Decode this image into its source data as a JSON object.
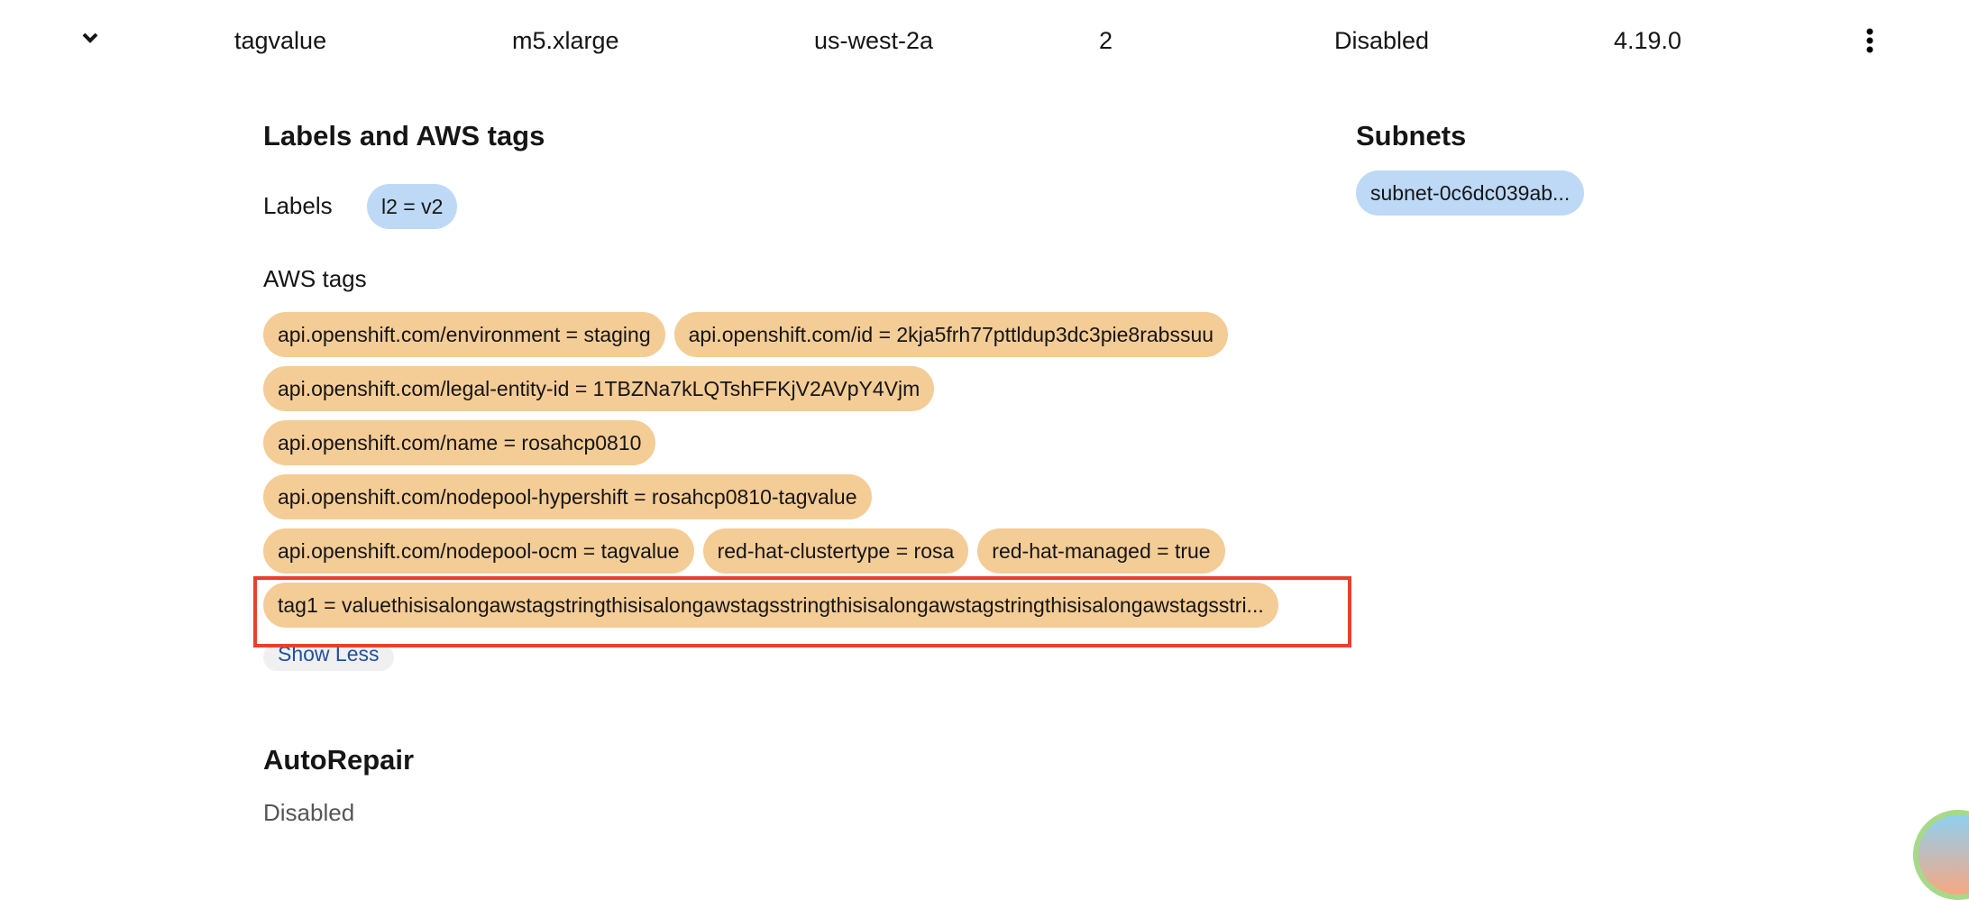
{
  "row": {
    "name": "tagvalue",
    "instance_type": "m5.xlarge",
    "zone": "us-west-2a",
    "nodes": "2",
    "autoscaling": "Disabled",
    "version": "4.19.0"
  },
  "labels_section": {
    "title": "Labels and AWS tags",
    "labels_label": "Labels",
    "labels": [
      "l2 = v2"
    ],
    "aws_tags_label": "AWS tags",
    "aws_tags": [
      [
        "api.openshift.com/environment = staging",
        "api.openshift.com/id = 2kja5frh77pttldup3dc3pie8rabssuu"
      ],
      [
        "api.openshift.com/legal-entity-id = 1TBZNa7kLQTshFFKjV2AVpY4Vjm"
      ],
      [
        "api.openshift.com/name = rosahcp0810"
      ],
      [
        "api.openshift.com/nodepool-hypershift = rosahcp0810-tagvalue"
      ],
      [
        "api.openshift.com/nodepool-ocm = tagvalue",
        "red-hat-clustertype = rosa",
        "red-hat-managed = true"
      ],
      [
        "tag1 = valuethisisalongawstagstringthisisalongawstagsstringthisisalongawstagstringthisisalongawstagsstri..."
      ]
    ],
    "show_less": "Show Less"
  },
  "subnets": {
    "title": "Subnets",
    "items": [
      "subnet-0c6dc039ab..."
    ]
  },
  "autorepair": {
    "title": "AutoRepair",
    "value": "Disabled"
  },
  "colors": {
    "tag": "#f4cc96",
    "label": "#bdd9f6",
    "highlight": "#e8402b",
    "link": "#0066cc"
  }
}
